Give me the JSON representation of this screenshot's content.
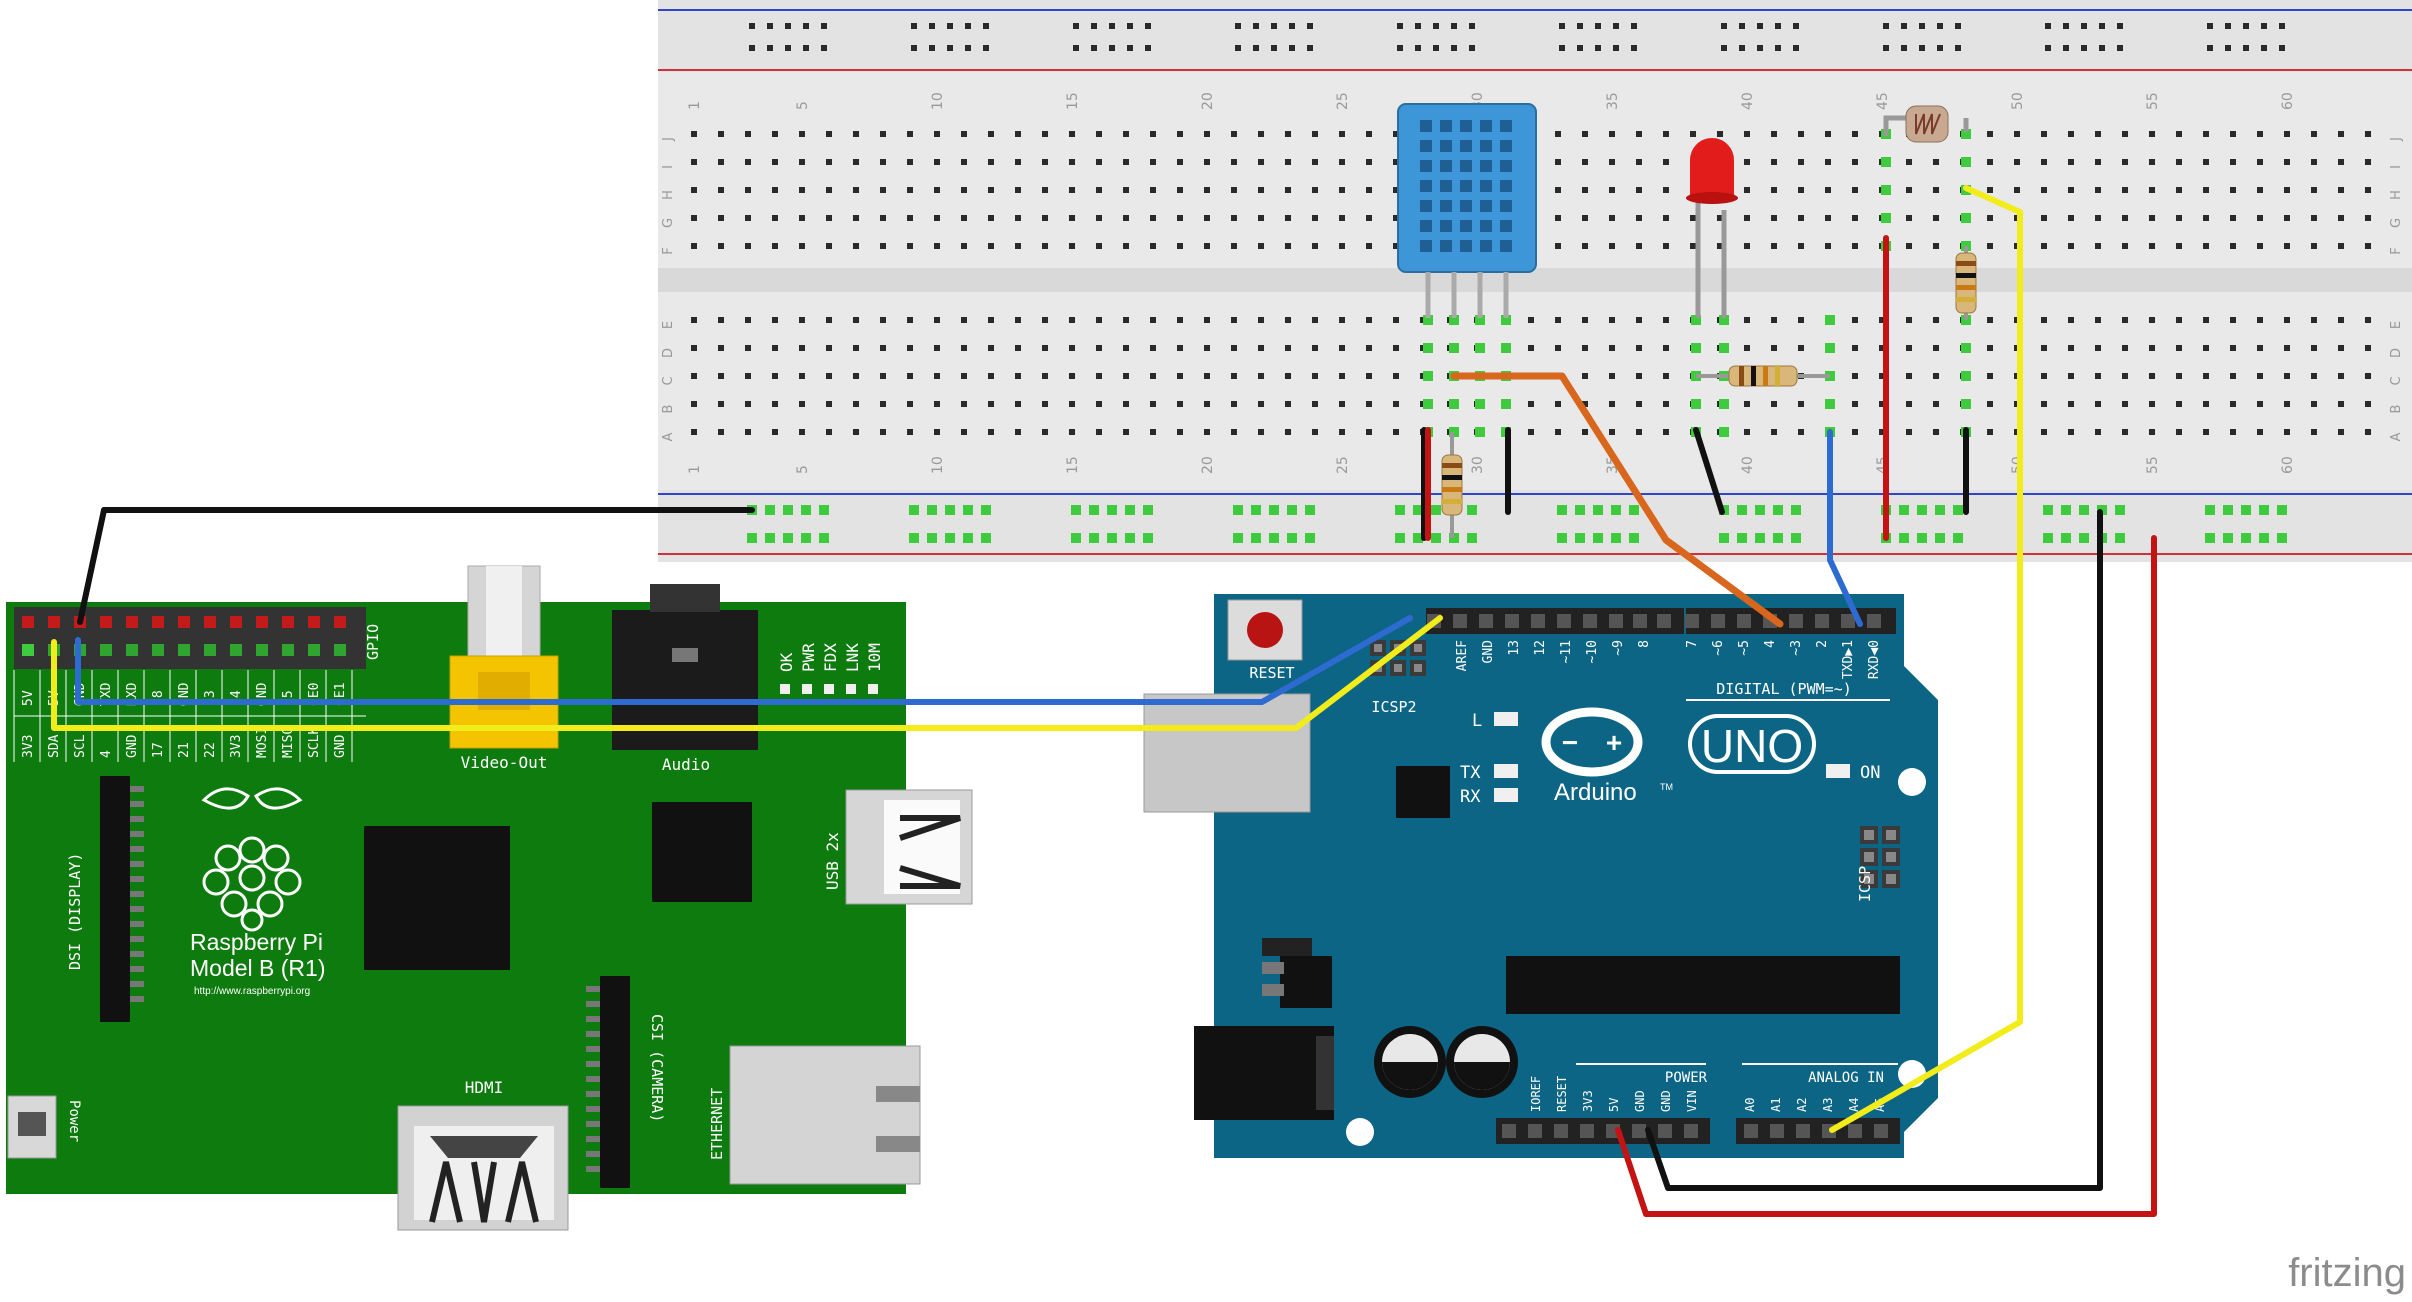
{
  "breadboard": {
    "column_numbers": [
      "1",
      "5",
      "10",
      "15",
      "20",
      "25",
      "30",
      "35",
      "40",
      "45",
      "50",
      "55",
      "60"
    ],
    "row_letters_top": [
      "J",
      "I",
      "H",
      "G",
      "F"
    ],
    "row_letters_bottom": [
      "E",
      "D",
      "C",
      "B",
      "A"
    ]
  },
  "raspberry_pi": {
    "name_line1": "Raspberry Pi",
    "name_line2": "Model B (R1)",
    "url": "http://www.raspberrypi.org",
    "gpio_label": "GPIO",
    "pin_labels_bottom": [
      "3V3",
      "SDA",
      "SCL",
      "4",
      "GND",
      "17",
      "21",
      "22",
      "3V3",
      "MOSI",
      "MISO",
      "SCLK",
      "GND"
    ],
    "pin_labels_top": [
      "5V",
      "5V",
      "GND",
      "TXD",
      "RXD",
      "18",
      "GND",
      "23",
      "24",
      "GND",
      "25",
      "CE0",
      "CE1"
    ],
    "video_out_label": "Video-Out",
    "audio_label": "Audio",
    "usb_label": "USB 2x",
    "dsi_label": "DSI (DISPLAY)",
    "csi_label": "CSI (CAMERA)",
    "hdmi_label": "HDMI",
    "ethernet_label": "ETHERNET",
    "power_label": "Power",
    "leds": [
      "OK",
      "PWR",
      "FDX",
      "LNK",
      "10M"
    ]
  },
  "arduino": {
    "logo_text": "UNO",
    "brand": "Arduino",
    "tm": "TM",
    "reset_label": "RESET",
    "icsp2_label": "ICSP2",
    "icsp_label": "ICSP",
    "digital_label": "DIGITAL (PWM=~)",
    "power_label": "POWER",
    "analog_label": "ANALOG IN",
    "led_l": "L",
    "led_tx": "TX",
    "led_rx": "RX",
    "led_on": "ON",
    "digital_pins": [
      "AREF",
      "GND",
      "13",
      "12",
      "~11",
      "~10",
      "~9",
      "8",
      "7",
      "~6",
      "~5",
      "4",
      "~3",
      "2",
      "TXD▶1",
      "RXD◀0"
    ],
    "power_pins": [
      "IOREF",
      "RESET",
      "3V3",
      "5V",
      "GND",
      "GND",
      "VIN"
    ],
    "analog_pins": [
      "A0",
      "A1",
      "A2",
      "A3",
      "A4",
      "A5"
    ]
  },
  "watermark": "fritzing",
  "colors": {
    "wire_black": "#1a1a1a",
    "wire_red": "#cc1111",
    "wire_yellow": "#f2ec1a",
    "wire_blue": "#2d6bd0",
    "wire_orange": "#d8661c",
    "pi_board": "#0e7b0e",
    "arduino_board": "#0d6585",
    "breadboard": "#e6e6e6",
    "sensor_blue": "#3d96d8"
  }
}
